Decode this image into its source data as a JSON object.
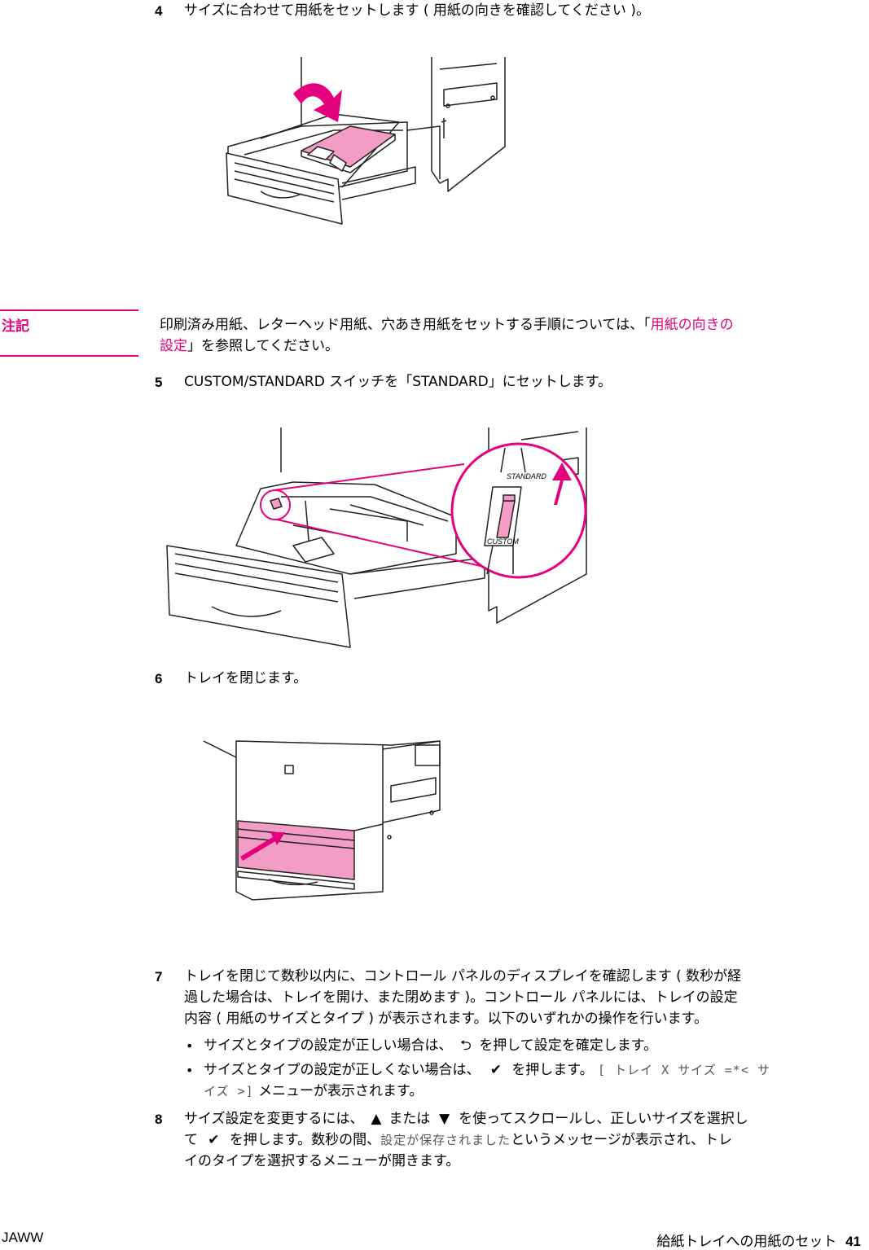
{
  "steps": {
    "s4": {
      "num": "4",
      "text": "サイズに合わせて用紙をセットします ( 用紙の向きを確認してください )。"
    },
    "note": {
      "label": "注記",
      "line1_a": "印刷済み用紙、レターヘッド用紙、穴あき用紙をセットする手順については、「",
      "line1_link": "用紙の向きの",
      "line2_link": "設定",
      "line2_b": "」を参照してください。"
    },
    "s5": {
      "num": "5",
      "text": "CUSTOM/STANDARD スイッチを「STANDARD」にセットします。"
    },
    "s6": {
      "num": "6",
      "text": "トレイを閉じます。"
    },
    "s7": {
      "num": "7",
      "line1": "トレイを閉じて数秒以内に、コントロール パネルのディスプレイを確認します ( 数秒が経",
      "line2": "過した場合は、トレイを開け、また閉めます )。コントロール パネルには、トレイの設定",
      "line3": "内容 ( 用紙のサイズとタイプ ) が表示されます。以下のいずれかの操作を行います。",
      "b1_a": "サイズとタイプの設定が正しい場合は、",
      "b1_b": "を押して設定を確定します。",
      "b2_a": "サイズとタイプの設定が正しくない場合は、",
      "b2_b": "を押します。",
      "b2_lcd1": "[ トレイ X サイズ =*< サ",
      "b2_lcd2": "イズ >]",
      "b2_c": "メニューが表示されます。"
    },
    "s8": {
      "num": "8",
      "l1_a": "サイズ設定を変更するには、",
      "l1_b": "または",
      "l1_c": "を使ってスクロールし、正しいサイズを選択し",
      "l2_a": "て",
      "l2_b": "を押します。数秒の間、",
      "l2_lcd": "設定が保存されました",
      "l2_c": "というメッセージが表示され、トレ",
      "l3": "イのタイプを選択するメニューが開きます。"
    }
  },
  "figures": {
    "switch_label_standard": "STANDARD",
    "switch_label_custom": "CUSTOM"
  },
  "footer": {
    "left": "JAWW",
    "right_title": "給紙トレイへの用紙のセット",
    "page": "41"
  },
  "colors": {
    "accent": "#e5007e",
    "paper": "#f39cc4"
  }
}
